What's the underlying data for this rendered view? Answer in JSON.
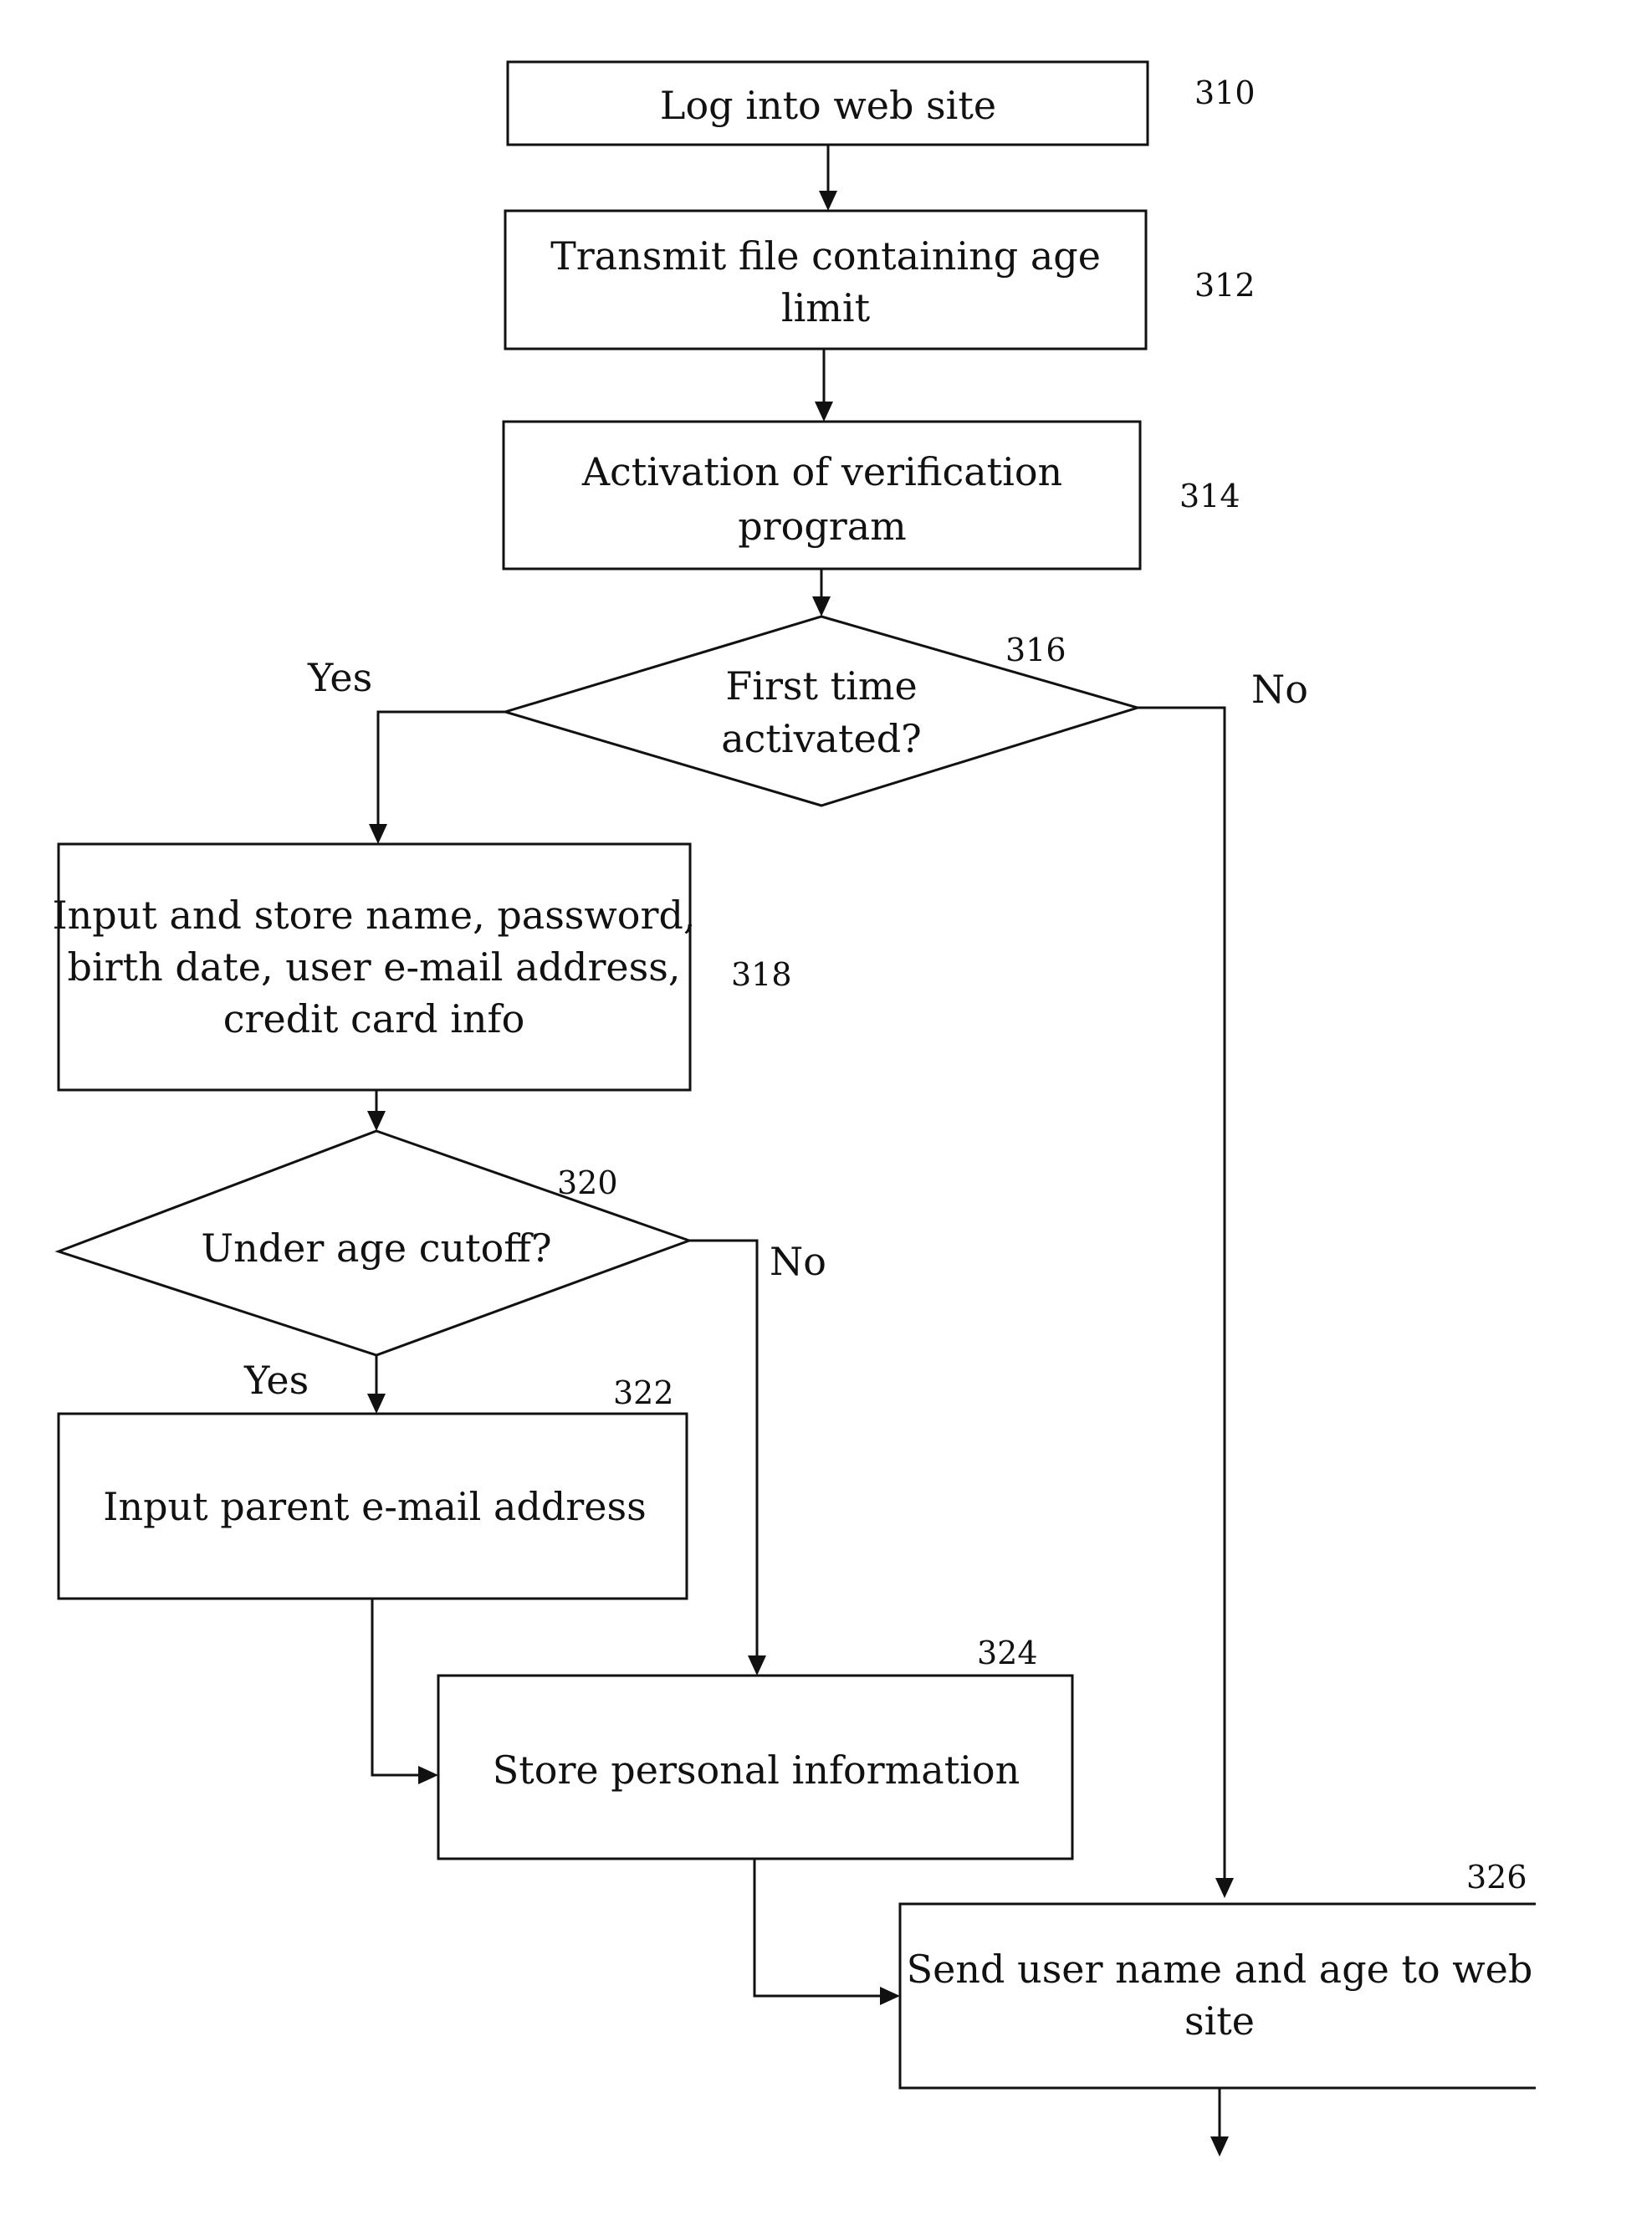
{
  "steps": {
    "log_in": {
      "text": "Log into web site",
      "ref": "310"
    },
    "transmit_file": {
      "line1": "Transmit file containing age",
      "line2": "limit",
      "ref": "312"
    },
    "activation": {
      "line1": "Activation of verification",
      "line2": "program",
      "ref": "314"
    },
    "first_time": {
      "line1": "First time",
      "line2": "activated?",
      "ref": "316",
      "yes": "Yes",
      "no": "No"
    },
    "input_store": {
      "line1": "Input and store name, password,",
      "line2": "birth date, user e-mail address,",
      "line3": "credit card info",
      "ref": "318"
    },
    "under_age": {
      "text": "Under age cutoff?",
      "ref": "320",
      "yes": "Yes",
      "no": "No"
    },
    "parent_email": {
      "text": "Input parent e-mail address",
      "ref": "322"
    },
    "store_personal": {
      "text": "Store personal information",
      "ref": "324"
    },
    "send_user": {
      "line1": "Send user name and age to web",
      "line2": "site",
      "ref": "326"
    }
  },
  "colors": {
    "ink": "#111111",
    "paper": "#ffffff"
  }
}
